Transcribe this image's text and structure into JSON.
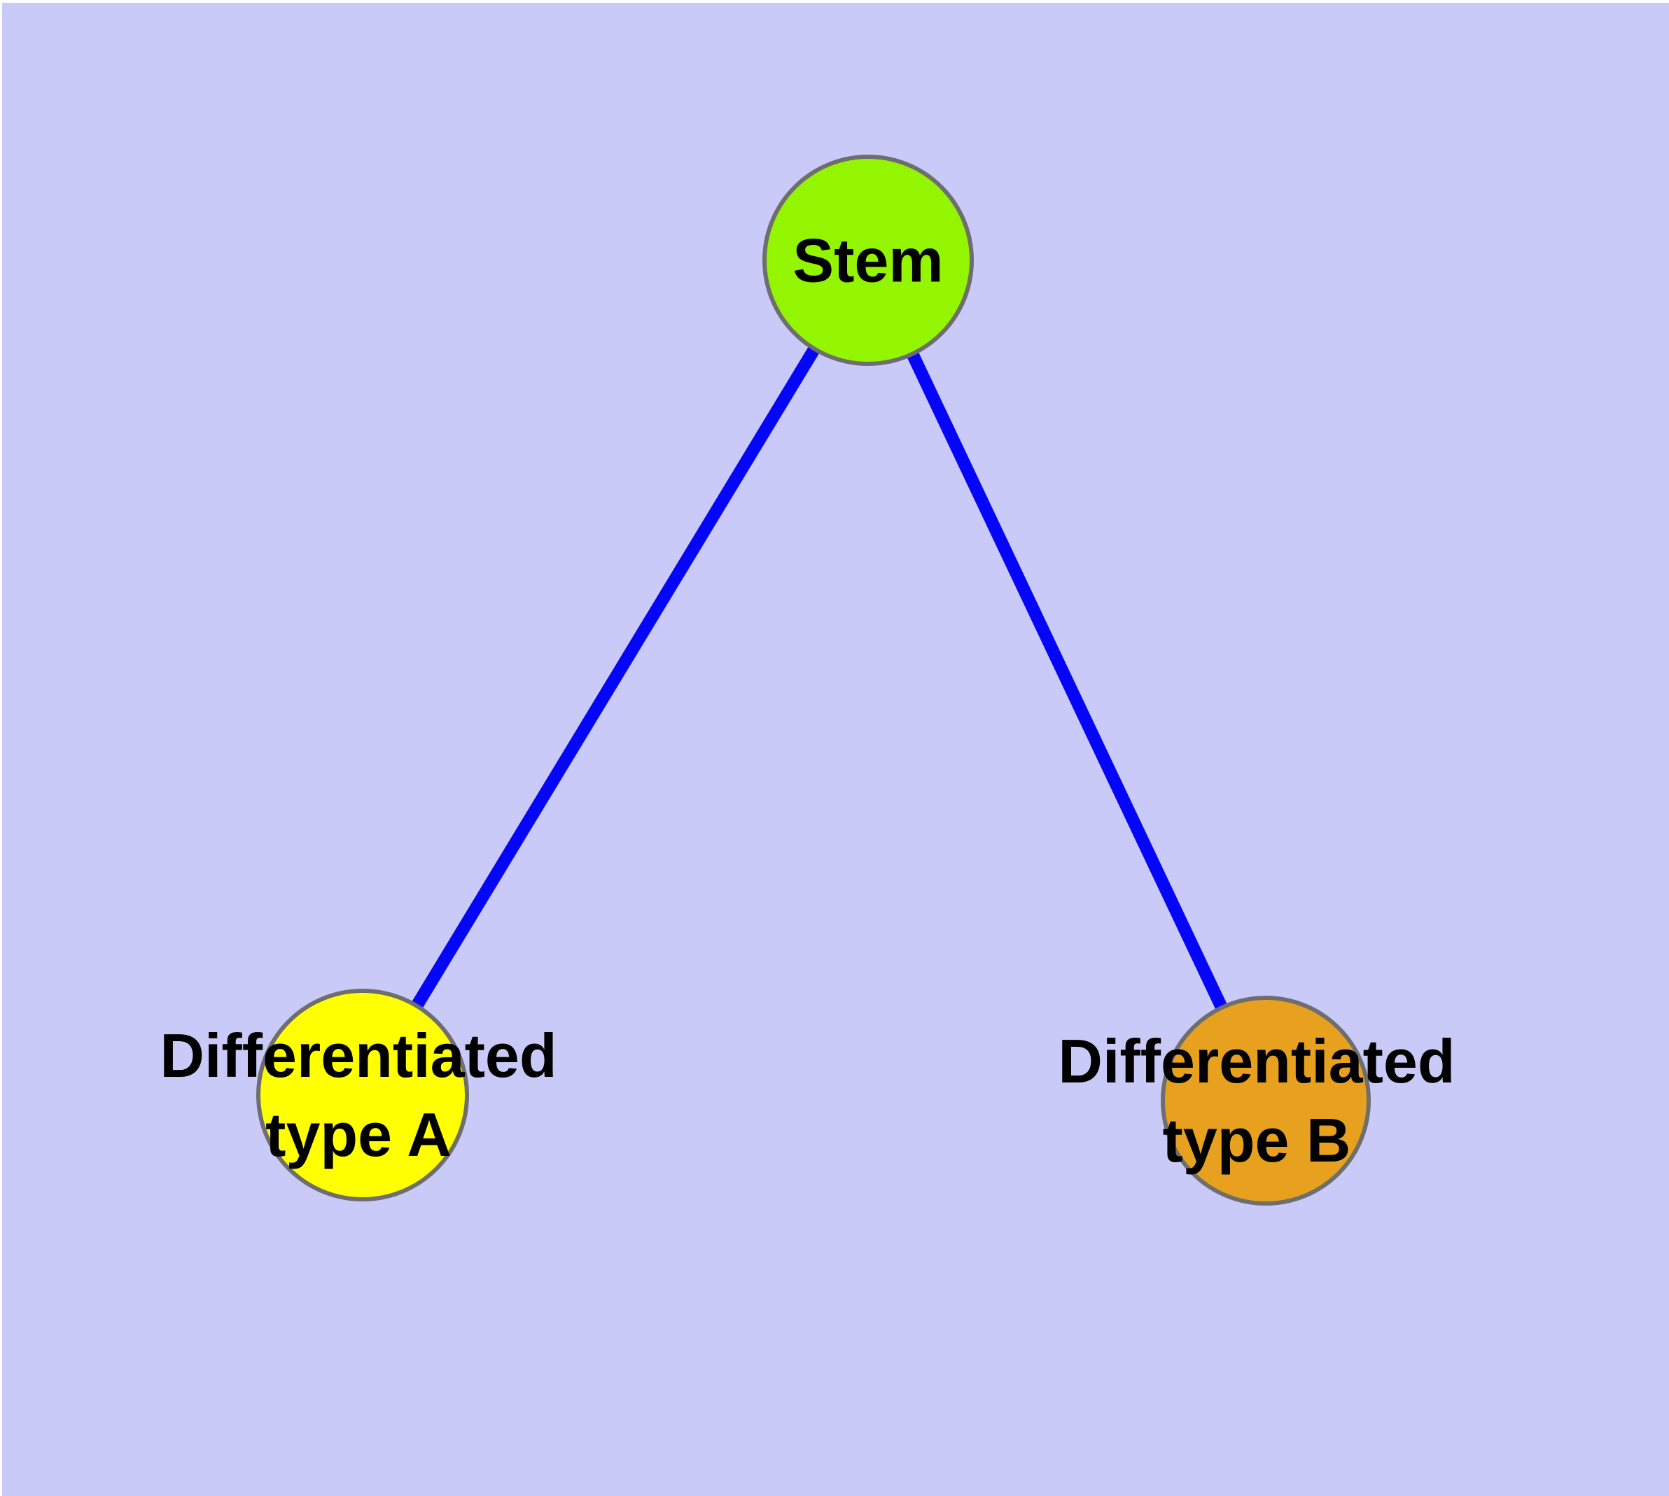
{
  "canvas": {
    "background_color": "#CACAF8",
    "margin_color": "#FFFFFF"
  },
  "nodes": [
    {
      "id": "stem",
      "label": "Stem",
      "fill_color": "#94F500",
      "border_color": "#6E6E6E",
      "text_color": "#000000"
    },
    {
      "id": "differentiated-type-a",
      "label": "Differentiated type A",
      "label_line1": "Differentiated",
      "label_line2": "type A",
      "fill_color": "#FFFF00",
      "border_color": "#6E6E6E",
      "text_color": "#000000"
    },
    {
      "id": "differentiated-type-b",
      "label": "Differentiated type B",
      "label_line1": "Differentiated",
      "label_line2": "type B",
      "fill_color": "#E7A11F",
      "border_color": "#6E6E6E",
      "text_color": "#000000"
    }
  ],
  "edges": [
    {
      "from": "stem",
      "to": "differentiated-type-a",
      "color": "#0505F8"
    },
    {
      "from": "stem",
      "to": "differentiated-type-b",
      "color": "#0505F8"
    }
  ]
}
